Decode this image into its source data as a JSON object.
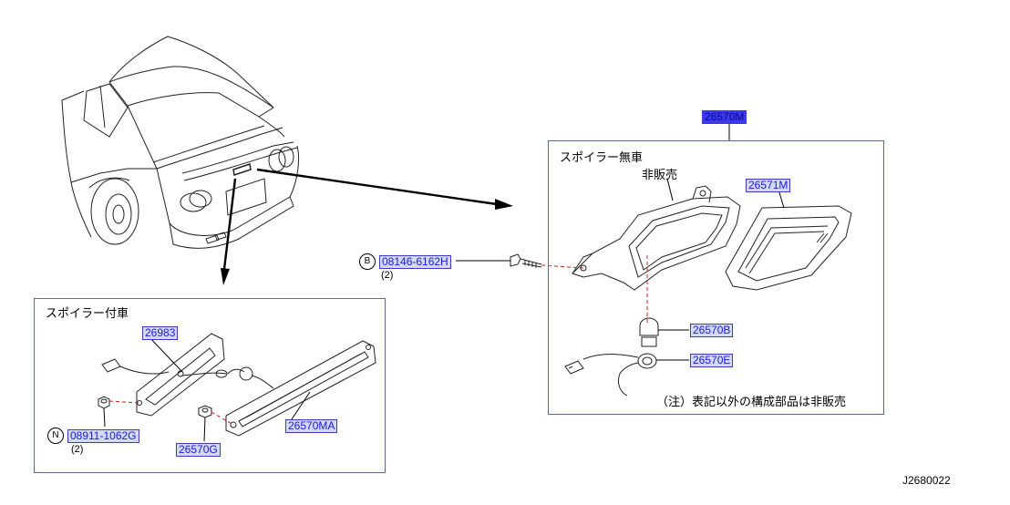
{
  "diagram_id": "J2680022",
  "left_panel": {
    "title": "スポイラー付車",
    "parts": {
      "p26983": "26983",
      "p26570MA": "26570MA",
      "p26570G": "26570G",
      "p08911": "08911-1062G"
    },
    "nut_circle": "N",
    "nut_qty": "(2)"
  },
  "right_panel": {
    "top_part": "26570M",
    "title": "スポイラー無車",
    "not_sold": "非販売",
    "parts": {
      "p26571M": "26571M",
      "p26570B": "26570B",
      "p26570E": "26570E"
    },
    "note": "（注）表記以外の構成部品は非販売"
  },
  "bolt": {
    "circle": "B",
    "part": "08146-6162H",
    "qty": "(2)"
  }
}
